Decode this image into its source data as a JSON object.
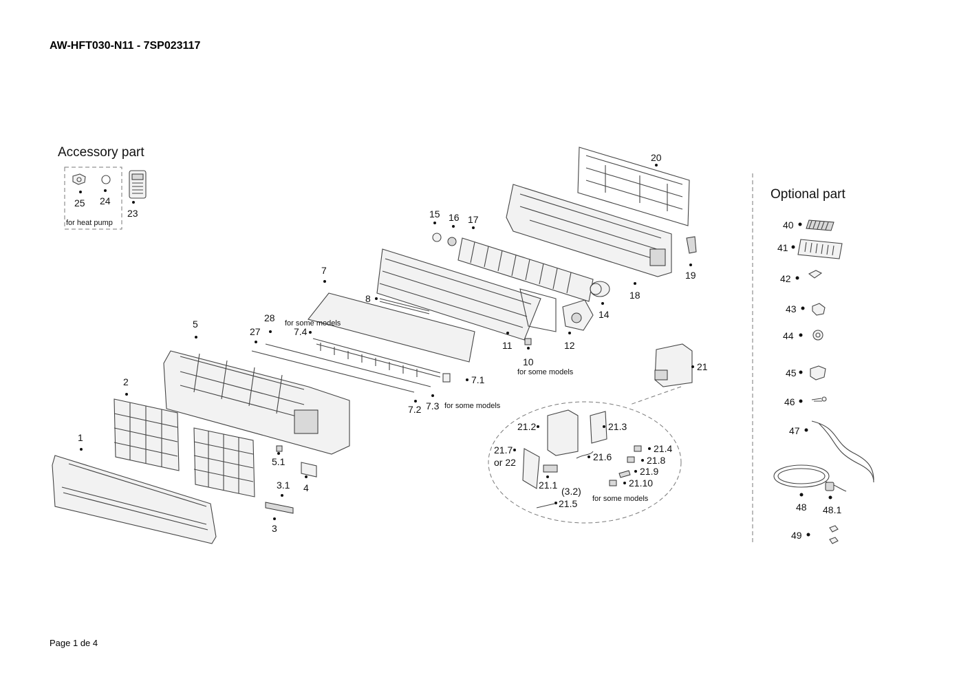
{
  "header": {
    "title": "AW-HFT030-N11 - 7SP023117"
  },
  "footer": {
    "page": "Page 1 de 4"
  },
  "sections": {
    "accessory": "Accessory part",
    "optional": "Optional part"
  },
  "notes": {
    "heat_pump": "for heat pump",
    "some_models_7": "for some models",
    "some_models_10": "for some models",
    "some_models_7_3": "for some models",
    "some_models_21": "for some models",
    "or_22": "or 22",
    "part_3_2": "(3.2)"
  },
  "colors": {
    "accent_label": "#d40000"
  },
  "labels": [
    {
      "key": "p25",
      "text": "25"
    },
    {
      "key": "p24",
      "text": "24"
    },
    {
      "key": "p23",
      "text": "23"
    },
    {
      "key": "p20",
      "text": "20"
    },
    {
      "key": "p19",
      "text": "19"
    },
    {
      "key": "p18",
      "text": "18"
    },
    {
      "key": "p17",
      "text": "17"
    },
    {
      "key": "p16",
      "text": "16"
    },
    {
      "key": "p15",
      "text": "15"
    },
    {
      "key": "p14",
      "text": "14"
    },
    {
      "key": "p12",
      "text": "12"
    },
    {
      "key": "p11",
      "text": "11"
    },
    {
      "key": "p10",
      "text": "10"
    },
    {
      "key": "p8",
      "text": "8"
    },
    {
      "key": "p7",
      "text": "7"
    },
    {
      "key": "p7_4",
      "text": "7.4"
    },
    {
      "key": "p7_1",
      "text": "7.1"
    },
    {
      "key": "p7_2",
      "text": "7.2"
    },
    {
      "key": "p7_3",
      "text": "7.3"
    },
    {
      "key": "p28",
      "text": "28"
    },
    {
      "key": "p27",
      "text": "27"
    },
    {
      "key": "p5",
      "text": "5"
    },
    {
      "key": "p5_1",
      "text": "5.1"
    },
    {
      "key": "p4",
      "text": "4"
    },
    {
      "key": "p3_1",
      "text": "3.1"
    },
    {
      "key": "p3",
      "text": "3"
    },
    {
      "key": "p2",
      "text": "2"
    },
    {
      "key": "p1",
      "text": "1"
    },
    {
      "key": "p21",
      "text": "21"
    },
    {
      "key": "p21_2",
      "text": "21.2"
    },
    {
      "key": "p21_3",
      "text": "21.3"
    },
    {
      "key": "p21_7",
      "text": "21.7"
    },
    {
      "key": "p21_6",
      "text": "21.6"
    },
    {
      "key": "p21_4",
      "text": "21.4"
    },
    {
      "key": "p21_8",
      "text": "21.8"
    },
    {
      "key": "p21_9",
      "text": "21.9"
    },
    {
      "key": "p21_10",
      "text": "21.10"
    },
    {
      "key": "p21_1",
      "text": "21.1"
    },
    {
      "key": "p21_5",
      "text": "21.5"
    },
    {
      "key": "p40",
      "text": "40"
    },
    {
      "key": "p41",
      "text": "41"
    },
    {
      "key": "p42",
      "text": "42"
    },
    {
      "key": "p43",
      "text": "43"
    },
    {
      "key": "p44",
      "text": "44"
    },
    {
      "key": "p45",
      "text": "45"
    },
    {
      "key": "p46",
      "text": "46"
    },
    {
      "key": "p47",
      "text": "47"
    },
    {
      "key": "p48",
      "text": "48"
    },
    {
      "key": "p48_1",
      "text": "48.1"
    },
    {
      "key": "p49",
      "text": "49"
    }
  ]
}
